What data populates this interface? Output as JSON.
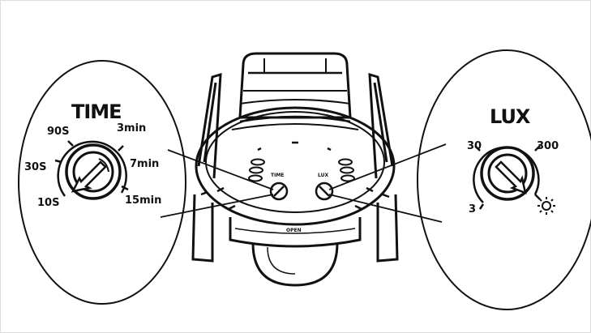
{
  "left_callout": {
    "title": "TIME",
    "labels": [
      "90S",
      "3min",
      "30S",
      "7min",
      "10S",
      "15min"
    ]
  },
  "right_callout": {
    "title": "LUX",
    "labels": [
      "30",
      "300",
      "3"
    ],
    "sun_icon": "sun-icon"
  },
  "sensor": {
    "time_label": "TIME",
    "lux_label": "LUX",
    "bottom_label": "OPEN"
  },
  "colors": {
    "line": "#111111",
    "background": "#ffffff"
  }
}
